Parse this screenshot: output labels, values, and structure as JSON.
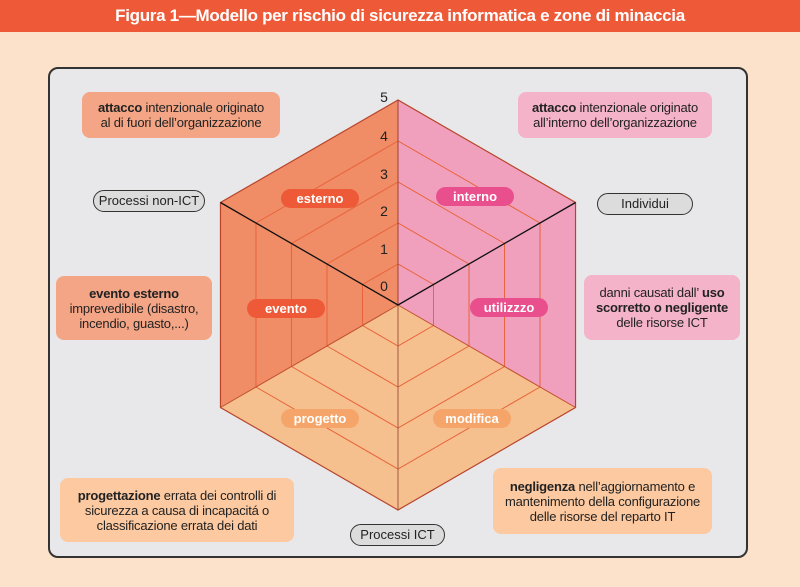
{
  "title": "Figura 1—Modello per rischio di sicurezza informatica e zone di minaccia",
  "levels": [
    "0",
    "1",
    "2",
    "3",
    "4",
    "5"
  ],
  "axes": {
    "top_left": "Processi non-ICT",
    "top_right": "Individui",
    "bottom": "Processi ICT"
  },
  "zones": {
    "esterno": "esterno",
    "interno": "interno",
    "evento": "evento",
    "utilizzo": "utilizzzo",
    "progetto": "progetto",
    "modifica": "modifica"
  },
  "notes": {
    "esterno": {
      "bold": "attacco",
      "rest1": " intenzionale originato",
      "line2": "al di fuori dell’organizzazione"
    },
    "interno": {
      "bold": "attacco",
      "rest1": " intenzionale originato",
      "line2": "all’interno dell’organizzazione"
    },
    "evento": {
      "bold": "evento esterno",
      "line2": "imprevedibile (disastro,",
      "line3": "incendio, guasto,...)"
    },
    "utilizzo": {
      "line1": "danni causati dall’ ",
      "bold1": "uso",
      "bold2": "scorretto o negligente",
      "line3": "delle risorse ICT"
    },
    "progetto": {
      "bold": "progettazione",
      "rest1": " errata dei controlli di",
      "line2": "sicurezza a causa di incapacitá o",
      "line3": "classificazione errata dei dati"
    },
    "modifica": {
      "bold": "negligenza",
      "rest1": " nell’aggiornamento e",
      "line2": "mantenimento della configurazione",
      "line3": "delle risorse del reparto IT"
    }
  },
  "colors": {
    "header": "#ee5a38",
    "left": "#f08c66",
    "right": "#f0a0bc",
    "bottom": "#f6bf8e"
  }
}
